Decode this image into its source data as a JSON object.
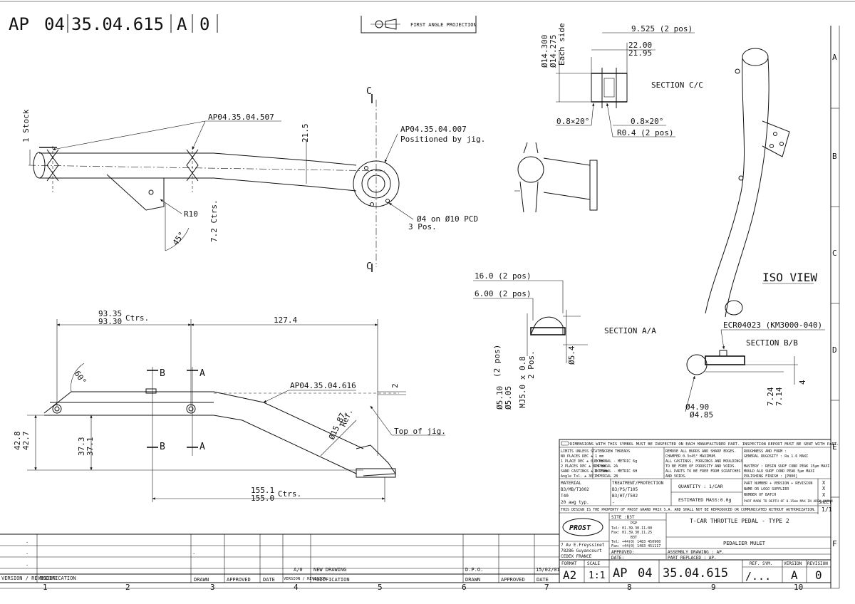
{
  "header": {
    "code_prefix": "AP",
    "code_num": "04",
    "part_no": "35.04.615",
    "revision": "A",
    "version": "0",
    "projection": "FIRST ANGLE PROJECTION"
  },
  "callouts": {
    "stock": "1 Stock",
    "part_507": "AP04.35.04.507",
    "part_007": "AP04.35.04.007",
    "positioned": "Positioned by jig.",
    "dim_21_5": "21.5",
    "r10": "R10",
    "ctrs_7_2": "7.2 Ctrs.",
    "angle_45": "45°",
    "holes": "Ø4 on Ø10 PCD",
    "holes_pos": "3 Pos.",
    "sec_c_top": "C",
    "sec_c_bot": "C",
    "ctrs_top": "93.35",
    "ctrs_bot": "93.30",
    "ctrs_word": "Ctrs.",
    "len_127": "127.4",
    "angle_60": "60°",
    "part_616": "AP04.35.04.616",
    "dim_2": "2",
    "dia_15_87": "Ø15.87",
    "ref": "Ref.",
    "top_jig": "Top of jig.",
    "h_42_8": "42.8",
    "h_42_7": "42.7",
    "h_37_3": "37.3",
    "h_37_1": "37.1",
    "ctrs2_top": "155.1",
    "ctrs2_bot": "155.0",
    "ctrs2_word": "Ctrs.",
    "sec_b1": "B",
    "sec_b2": "B",
    "sec_a1": "A",
    "sec_a2": "A"
  },
  "section_c": {
    "title": "SECTION C/C",
    "d_top": "9.525 (2 pos)",
    "dia1": "Ø14.300",
    "dia2": "Ø14.275",
    "each_side": "Each side",
    "w1": "22.00",
    "w2": "21.95",
    "ch_left": "0.8×20°",
    "ch_right": "0.8×20°",
    "radius": "R0.4 (2 pos)"
  },
  "section_a": {
    "title": "SECTION A/A",
    "d16": "16.0 (2 pos)",
    "d6": "6.00 (2 pos)",
    "d510": "Ø5.10",
    "d505": "Ø5.05",
    "d2pos": "(2 pos)",
    "thread": "MJ5.0 x 0.8",
    "thread_pos": "2 Pos.",
    "d54": "Ø5.4"
  },
  "section_b": {
    "title": "SECTION B/B",
    "ecr": "ECR04023 (KM3000-040)",
    "h724": "7.24",
    "h714": "7.14",
    "w4": "4",
    "d490": "Ø4.90",
    "d485": "Ø4.85"
  },
  "iso": {
    "title": "ISO VIEW"
  },
  "border": {
    "rows": [
      "A",
      "B",
      "C",
      "D",
      "E",
      "F"
    ],
    "cols": [
      "1",
      "2",
      "3",
      "4",
      "5",
      "6",
      "7",
      "8",
      "9",
      "10"
    ]
  },
  "title_block": {
    "notice": "DIMENSIONS WITH THIS SYMBOL MUST BE INSPECTED ON EACH MANUFACTURED PART. INSPECTION REPORT MUST BE SENT WITH PART.",
    "limits": [
      "LIMITS UNLESS STATED",
      "NO PLACES DEC   ± 1 mm",
      "1 PLACE DEC     ± 0.2 mm",
      "2 PLACES DEC    ± 0.1 mm",
      "SAND CASTINGS   ± 0.75mm",
      "Angle Tol.      ± 30'"
    ],
    "threads": [
      "SCREW THREADS",
      "EXTERNAL -  METRIC 6g",
      "           IMPERIAL 2A",
      "INTERNAL -  METRIC 6H",
      "           IMPERIAL 2B"
    ],
    "edges": [
      "REMOVE ALL BURRS AND SHARP EDGES.",
      "CHAMFER 0.3x45° MAXIMUM.",
      "ALL CASTINGS, FORGINGS AND MOULDINGS",
      "TO BE FREE OF POROSITY AND VOIDS.",
      "ALL PARTS TO BE FREE FROM SCRATCHES",
      "AND VOIDS."
    ],
    "roughness": [
      "ROUGHNESS AND FORM :",
      "GENERAL RUGOSITY : Ra 1.6 MAXI",
      "MASTERY : RESIN SURF COND PEAK 15µm MAXI",
      "MOULD    ALU SURF COND PEAK 5µm MAXI",
      "         POLISHING FINISH : [P800]"
    ],
    "material_label": "MATERIAL",
    "material": [
      "B3/MB/T1002",
      "T40",
      "20 awg typ."
    ],
    "treatment_label": "TREATMENT/PROTECTION",
    "treatment": [
      "B3/PS/T105",
      "B3/HT/T502",
      "-"
    ],
    "quantity": "QUANTITY : 1/CAR",
    "mass": "ESTIMATED MASS:0.0g",
    "marks": [
      "PART NUMBER + VERSION + REVISION",
      "NAME OR LOGO SUPPLIER",
      "NUMBER OF BATCH",
      "PART MARK TO DEPTH OF 0.15mm MAX IN AREA SHOWN"
    ],
    "x_marks": [
      "X",
      "X",
      "X"
    ],
    "sheet_label": "SHEET",
    "sheet": "1/1",
    "property": "THIS DESIGN IS THE PROPERTY OF PROST GRAND PRIX S.A. AND SHALL NOT BE REPRODUCED OR COMMUNICATED WITHOUT AUTHORIZATION.",
    "logo": "PROST",
    "address": [
      "7 Av E.Freyssinet",
      "78286 Guyancourt",
      "CEDEX FRANCE"
    ],
    "site": "SITE :B3T",
    "site_lines": [
      "PGP",
      "Tel: 01.39.30.11.00",
      "Fax: 01.39.30.11.25",
      "B3T",
      "Tel: +44(0) 1483 450900",
      "Fax: +44(0) 1483 451117"
    ],
    "title": "T-CAR THROTTLE PEDAL - TYPE 2",
    "subtitle": "PEDALIER MULET",
    "approved": "APPROVED:",
    "date": "DATE:",
    "assembly": "ASSEMBLY DRAWING : AP.",
    "replaced": "PART REPLACED    : AP.",
    "format_label": "FORMAT",
    "format": "A2",
    "scale_label": "SCALE",
    "scale": "1:1",
    "ap": "AP",
    "num04": "04",
    "partno": "35.04.615",
    "ref_sym_label": "REF. SYM.",
    "ref_sym": "/...",
    "version_label": "VERSION",
    "revision_label": "REVISION",
    "version": "A",
    "revision": "0"
  },
  "revision_table": {
    "dots": [
      ".",
      ".",
      ".",
      "."
    ],
    "row_version": "A/0",
    "row_mod": "NEW DRAWING",
    "row_drawn": "D.P.O.",
    "row_date": "15/02/01",
    "headers": [
      "VERSION / REVISION",
      "MODIFICATION",
      "DRAWN",
      "APPROVED",
      "DATE",
      "VERSION / REVISION",
      "MODIFICATION",
      "DRAWN",
      "APPROVED",
      "DATE"
    ]
  }
}
